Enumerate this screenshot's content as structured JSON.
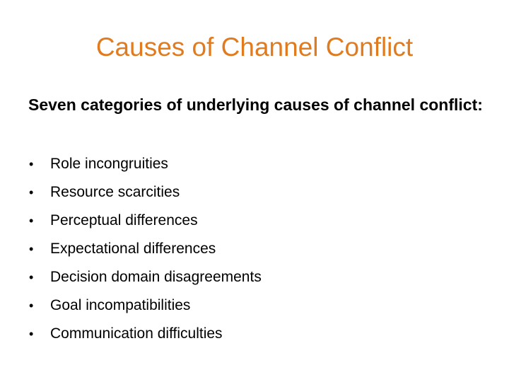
{
  "theme": {
    "title_color": "#E07B1F",
    "text_color": "#000000",
    "background": "#FFFFFF"
  },
  "slide": {
    "title": "Causes of Channel Conflict",
    "intro": "Seven categories of underlying causes of channel conflict:",
    "bullet_glyph": "•",
    "items": [
      {
        "label": "Role incongruities"
      },
      {
        "label": "Resource scarcities"
      },
      {
        "label": "Perceptual differences"
      },
      {
        "label": "Expectational differences"
      },
      {
        "label": "Decision domain disagreements"
      },
      {
        "label": "Goal incompatibilities"
      },
      {
        "label": "Communication difficulties"
      }
    ]
  }
}
